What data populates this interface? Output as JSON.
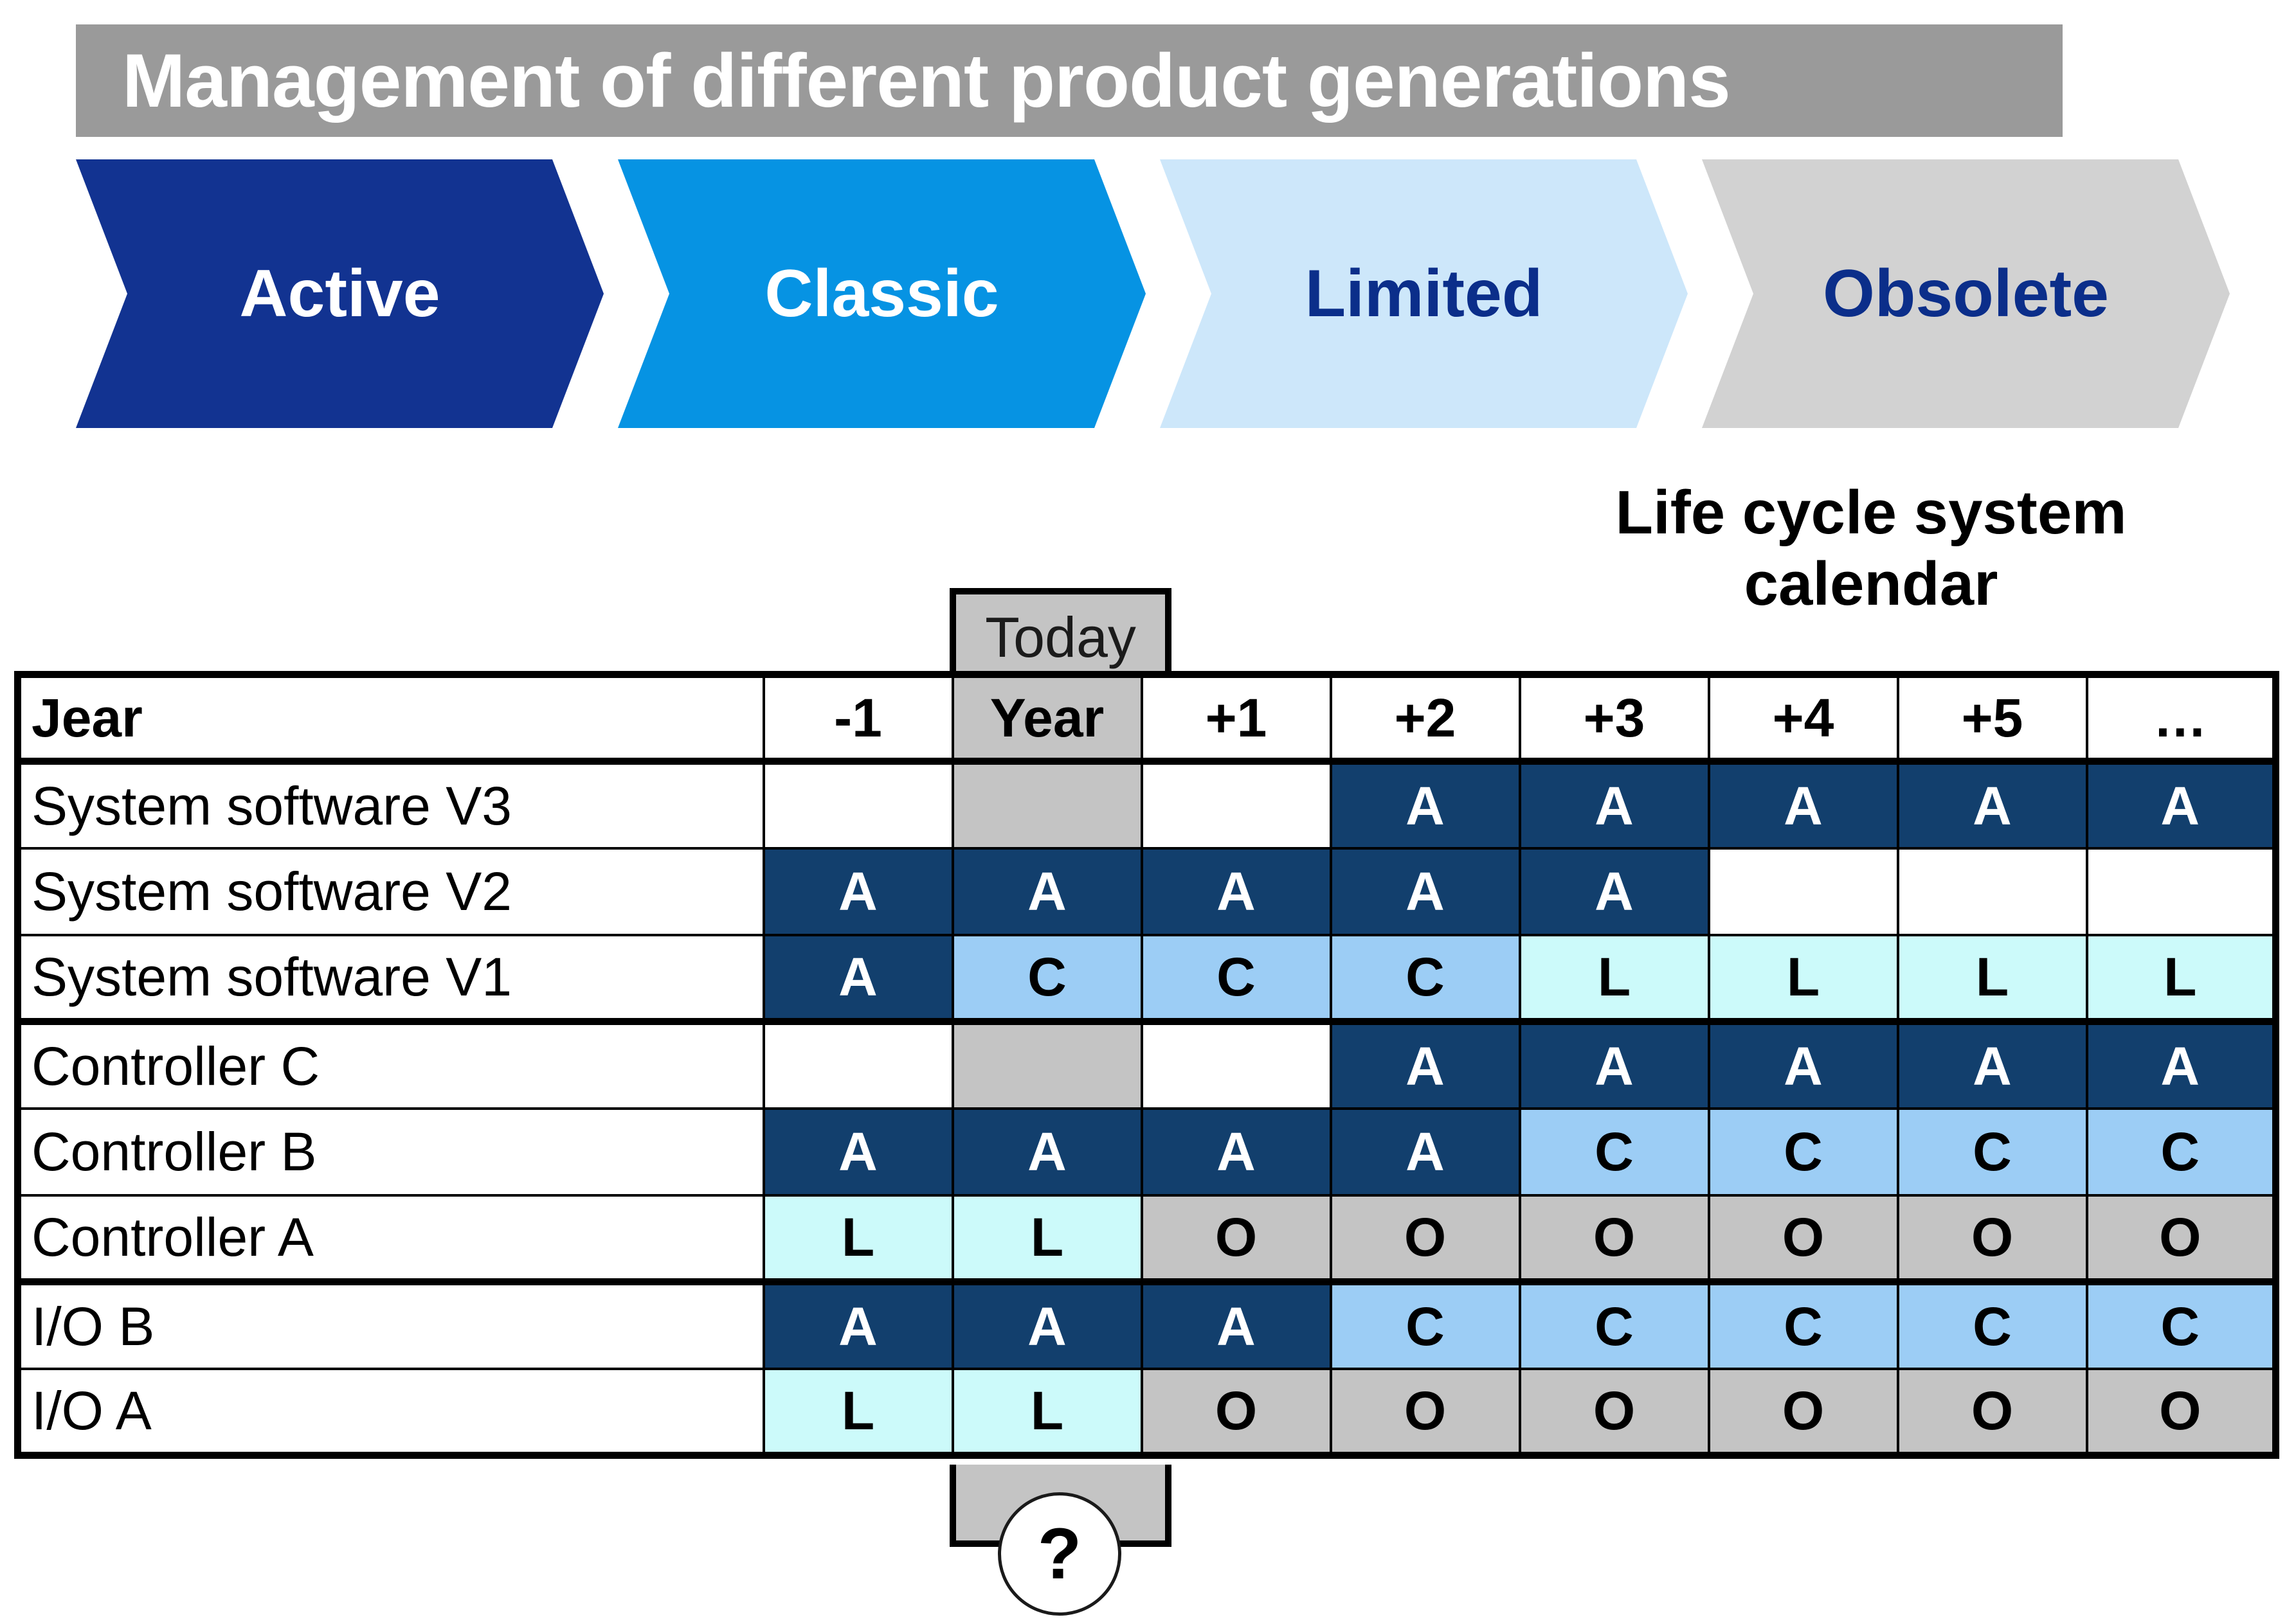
{
  "title": {
    "text": "Management of different product generations",
    "bar_color": "#9a9a9a",
    "text_color": "#ffffff"
  },
  "lifecycle_stages": [
    {
      "label": "Active",
      "fill": "#123391",
      "text_color": "#ffffff"
    },
    {
      "label": "Classic",
      "fill": "#0693e3",
      "text_color": "#ffffff"
    },
    {
      "label": "Limited",
      "fill": "#cde7fa",
      "text_color": "#0b2e8a"
    },
    {
      "label": "Obsolete",
      "fill": "#d2d2d2",
      "text_color": "#0b2e8a"
    }
  ],
  "calendar_caption": {
    "line1": "Life cycle system",
    "line2": "calendar"
  },
  "today_marker": {
    "label": "Today",
    "bottom_symbol": "?"
  },
  "chart_data": {
    "type": "table",
    "title": "Life cycle system calendar",
    "row_header_label": "Jear",
    "categories": [
      "-1",
      "Year",
      "+1",
      "+2",
      "+3",
      "+4",
      "+5",
      "…"
    ],
    "today_column_index": 1,
    "legend": [
      {
        "code": "A",
        "name": "Active",
        "color": "#123f6d",
        "text_color": "#ffffff"
      },
      {
        "code": "C",
        "name": "Classic",
        "color": "#9ccdf5",
        "text_color": "#000000"
      },
      {
        "code": "L",
        "name": "Limited",
        "color": "#ccfafa",
        "text_color": "#000000"
      },
      {
        "code": "O",
        "name": "Obsolete",
        "color": "#c4c4c4",
        "text_color": "#000000"
      }
    ],
    "rows": [
      {
        "label": "System software V3",
        "values": [
          "",
          "",
          "",
          "A",
          "A",
          "A",
          "A",
          "A"
        ]
      },
      {
        "label": "System software V2",
        "values": [
          "A",
          "A",
          "A",
          "A",
          "A",
          "",
          "",
          ""
        ]
      },
      {
        "label": "System software V1",
        "values": [
          "A",
          "C",
          "C",
          "C",
          "L",
          "L",
          "L",
          "L"
        ]
      },
      {
        "label": "Controller C",
        "values": [
          "",
          "",
          "",
          "A",
          "A",
          "A",
          "A",
          "A"
        ]
      },
      {
        "label": "Controller B",
        "values": [
          "A",
          "A",
          "A",
          "A",
          "C",
          "C",
          "C",
          "C"
        ]
      },
      {
        "label": "Controller A",
        "values": [
          "L",
          "L",
          "O",
          "O",
          "O",
          "O",
          "O",
          "O"
        ]
      },
      {
        "label": "I/O B",
        "values": [
          "A",
          "A",
          "A",
          "C",
          "C",
          "C",
          "C",
          "C"
        ]
      },
      {
        "label": "I/O A",
        "values": [
          "L",
          "L",
          "O",
          "O",
          "O",
          "O",
          "O",
          "O"
        ]
      }
    ]
  }
}
